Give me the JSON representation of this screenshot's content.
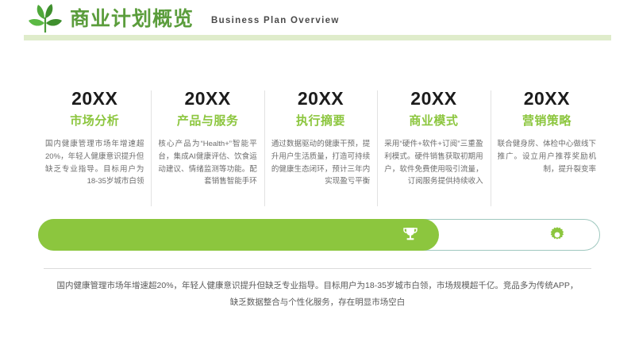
{
  "header": {
    "logo_icon": "leaf-plant-icon",
    "title": "商业计划概览",
    "subtitle": "Business Plan Overview",
    "title_color": "#5b9d3c",
    "rule_color": "#dfeccb"
  },
  "columns": [
    {
      "year": "20XX",
      "name": "市场分析",
      "body": "国内健康管理市场年增速超20%，年轻人健康意识提升但缺乏专业指导。目标用户为18-35岁城市白领"
    },
    {
      "year": "20XX",
      "name": "产品与服务",
      "body": "核心产品为“Health+”智能平台，集成AI健康评估、饮食运动建议、情绪监测等功能。配套销售智能手环"
    },
    {
      "year": "20XX",
      "name": "执行摘要",
      "body": "通过数据驱动的健康干预，提升用户生活质量，打造可持续的健康生态闭环，预计三年内实现盈亏平衡"
    },
    {
      "year": "20XX",
      "name": "商业模式",
      "body": "采用“硬件+软件+订阅”三重盈利模式。硬件销售获取初期用户，软件免费使用吸引流量，订阅服务提供持续收入"
    },
    {
      "year": "20XX",
      "name": "营销策略",
      "body": "联合健身房、体检中心做线下推广。设立用户推荐奖励机制，提升裂变率"
    }
  ],
  "progress": {
    "fill_color": "#8cc63e",
    "track_border_color": "#9fc8bf",
    "milestone_icon": "trophy-icon",
    "end_icon": "gear-icon"
  },
  "footer": {
    "summary": "国内健康管理市场年增速超20%，年轻人健康意识提升但缺乏专业指导。目标用户为18-35岁城市白领，市场规模超千亿。竞品多为传统APP，缺乏数据整合与个性化服务，存在明显市场空白"
  }
}
